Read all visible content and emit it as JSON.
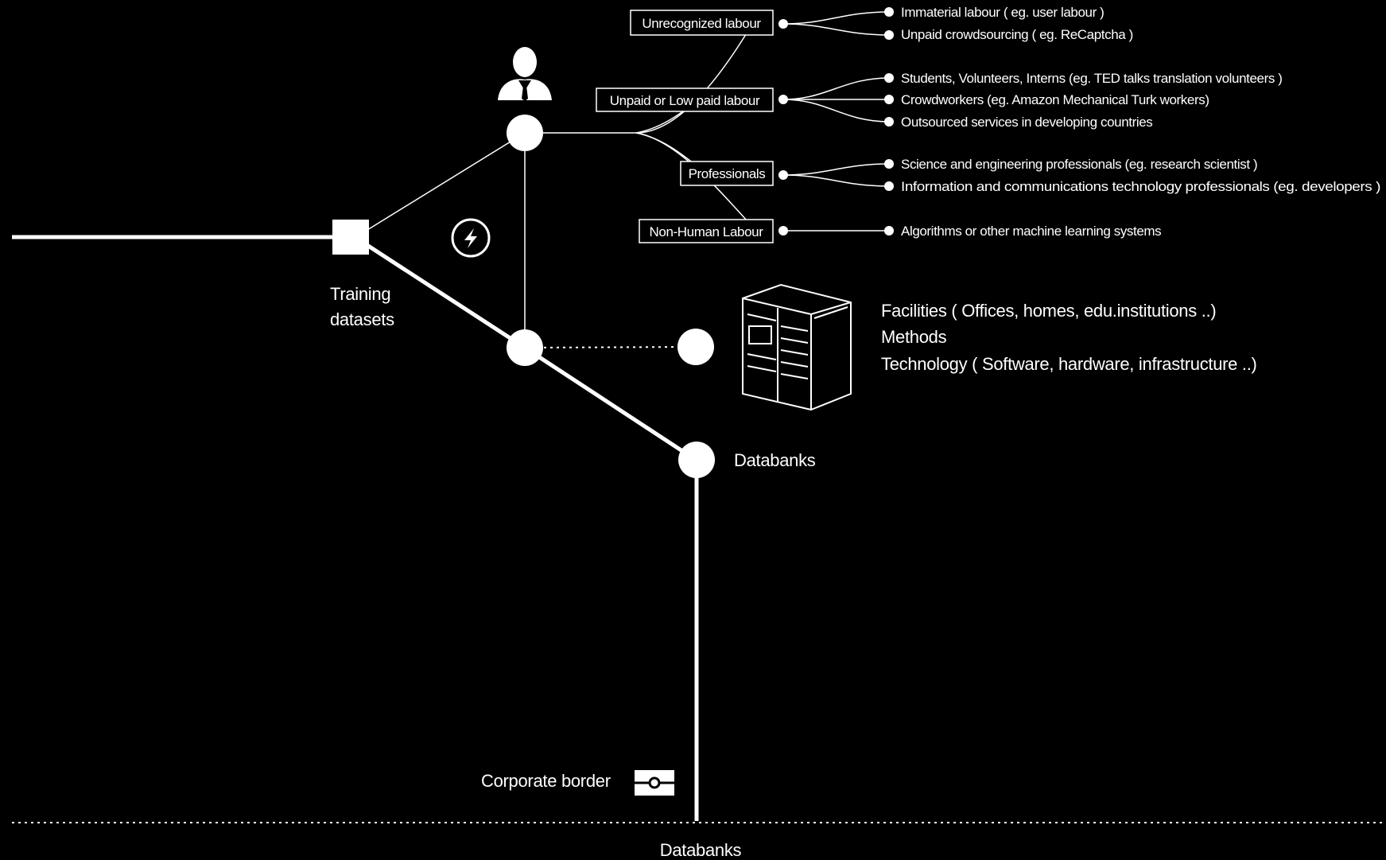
{
  "labels": {
    "training_datasets": [
      "Training",
      "datasets"
    ],
    "databanks_node": "Databanks",
    "corporate_border": "Corporate border",
    "databanks_bottom": "Databanks"
  },
  "categories": [
    {
      "label": "Unrecognized labour",
      "items": [
        "Immaterial labour ( eg. user labour )",
        "Unpaid crowdsourcing ( eg. ReCaptcha )"
      ]
    },
    {
      "label": "Unpaid or Low paid labour",
      "items": [
        "Students, Volunteers, Interns (eg. TED talks translation volunteers )",
        "Crowdworkers (eg. Amazon Mechanical Turk workers)",
        "Outsourced services in developing countries"
      ]
    },
    {
      "label": "Professionals",
      "items": [
        "Science and engineering professionals (eg. research scientist )",
        "Information and communications technology professionals (eg. developers )"
      ]
    },
    {
      "label": "Non-Human Labour",
      "items": [
        "Algorithms or other machine learning systems"
      ]
    }
  ],
  "infrastructure": [
    "Facilities ( Offices, homes, edu.institutions ..)",
    "Methods",
    "Technology ( Software, hardware, infrastructure ..)"
  ],
  "icons": {
    "worker": "worker-person-icon",
    "energy": "lightning-bolt-icon",
    "server": "server-rack-icon",
    "border": "corporate-border-icon",
    "training": "training-datasets-square-icon"
  },
  "colors": {
    "background": "#000000",
    "foreground": "#ffffff"
  }
}
